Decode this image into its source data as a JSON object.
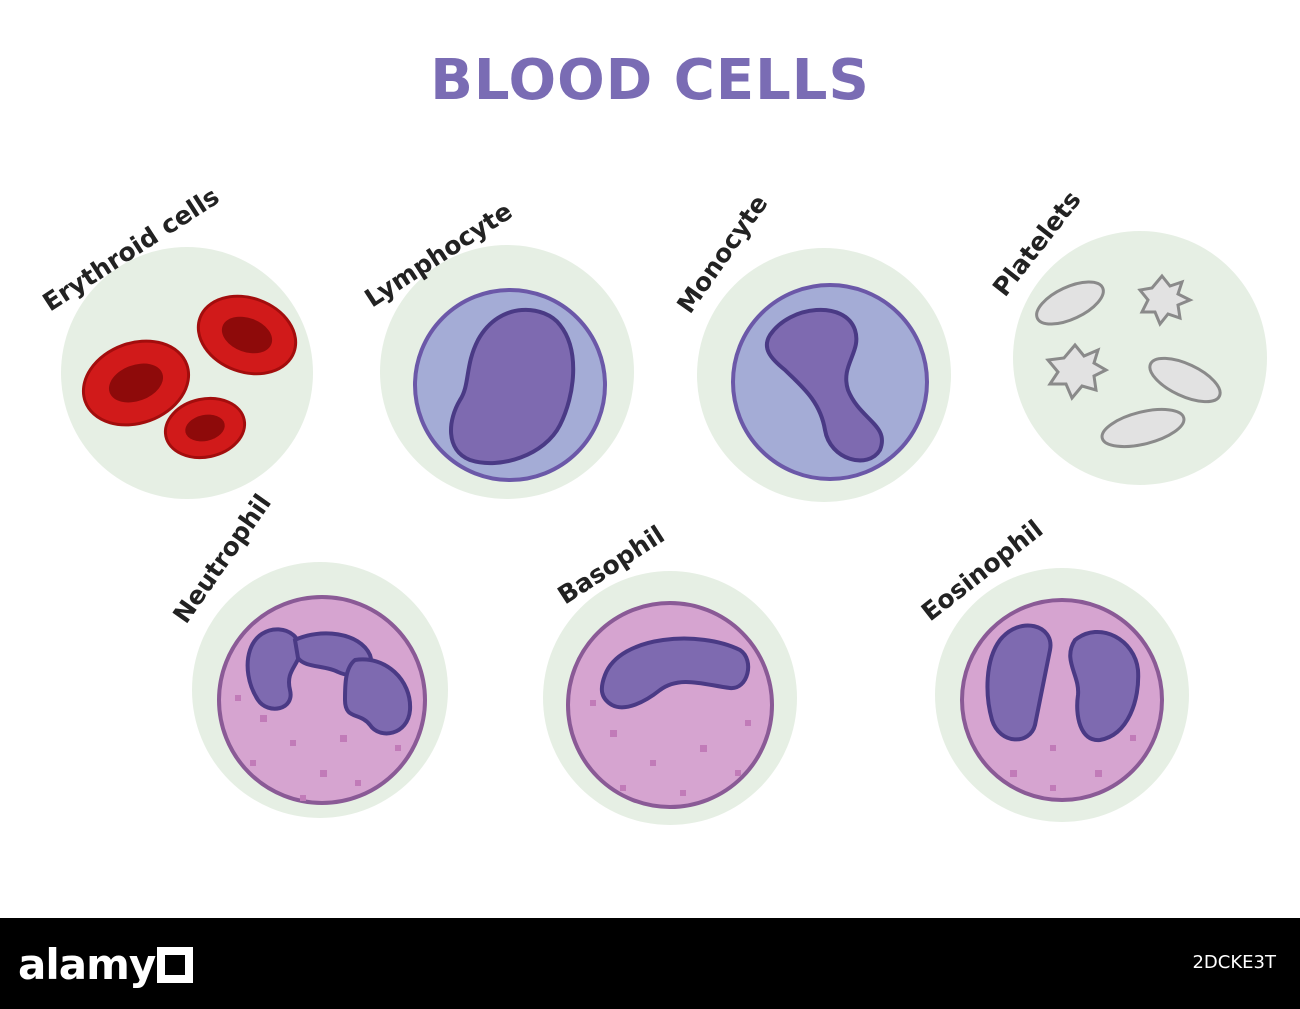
{
  "title": "BLOOD CELLS",
  "cells": {
    "erythroid": {
      "label": "Erythroid cells"
    },
    "lymphocyte": {
      "label": "Lymphocyte"
    },
    "monocyte": {
      "label": "Monocyte"
    },
    "platelets": {
      "label": "Platelets"
    },
    "neutrophil": {
      "label": "Neutrophil"
    },
    "basophil": {
      "label": "Basophil"
    },
    "eosinophil": {
      "label": "Eosinophil"
    }
  },
  "footer": {
    "brand": "alamy",
    "image_id": "2DCKE3T"
  },
  "colors": {
    "title": "#7a6cb4",
    "halo": "#e6efe4",
    "red_cell": "#d11a1a",
    "cytoplasm_blue": "#a4acd6",
    "nucleus": "#7e6ab0",
    "granulocyte": "#d6a4d0",
    "platelet": "#e2e2e2",
    "footer_bg": "#000000"
  }
}
